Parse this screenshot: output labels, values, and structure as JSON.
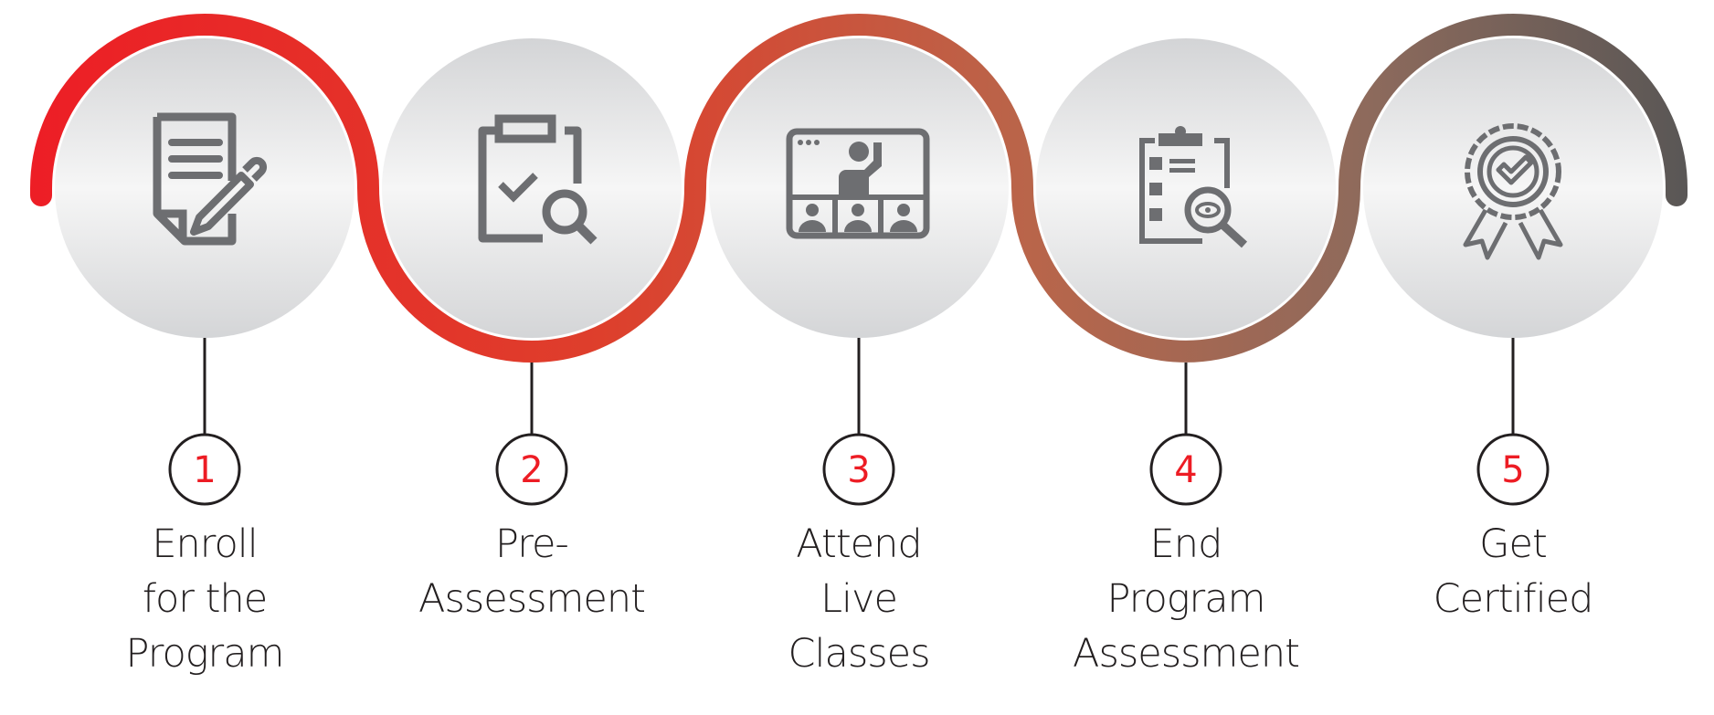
{
  "colors": {
    "accent_start": "#ee1c25",
    "accent_end": "#555555",
    "icon": "#6d6e71",
    "number": "#ed1c24",
    "text": "#231f20"
  },
  "steps": [
    {
      "number": "1",
      "icon": "document-pencil-icon",
      "label_lines": [
        "Enroll",
        "for the",
        "Program"
      ]
    },
    {
      "number": "2",
      "icon": "clipboard-search-icon",
      "label_lines": [
        "Pre-",
        "Assessment"
      ]
    },
    {
      "number": "3",
      "icon": "live-class-video-icon",
      "label_lines": [
        "Attend",
        "Live",
        "Classes"
      ]
    },
    {
      "number": "4",
      "icon": "clipboard-inspect-icon",
      "label_lines": [
        "End",
        "Program",
        "Assessment"
      ]
    },
    {
      "number": "5",
      "icon": "certificate-badge-icon",
      "label_lines": [
        "Get",
        "Certified"
      ]
    }
  ]
}
